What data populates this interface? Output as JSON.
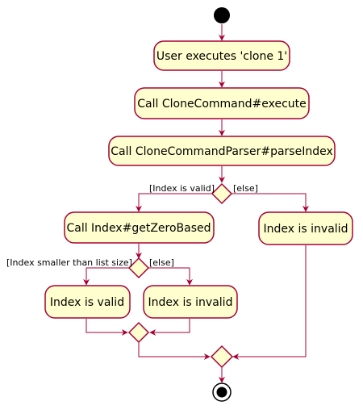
{
  "diagram": {
    "type": "activity",
    "colors": {
      "node_fill": "#FEFECE",
      "node_border": "#A80036",
      "edge": "#A80036",
      "start_end": "#000000"
    },
    "activities": {
      "user_executes": "User executes 'clone 1'",
      "call_execute": "Call CloneCommand#execute",
      "call_parse_index": "Call CloneCommandParser#parseIndex",
      "call_get_zero_based": "Call Index#getZeroBased",
      "index_invalid_right": "Index is invalid",
      "index_valid": "Index is valid",
      "index_invalid_inner": "Index is invalid"
    },
    "guards": {
      "index_is_valid": "[Index is valid]",
      "else_outer": "[else]",
      "index_smaller": "[Index smaller than list size]",
      "else_inner": "[else]"
    }
  }
}
